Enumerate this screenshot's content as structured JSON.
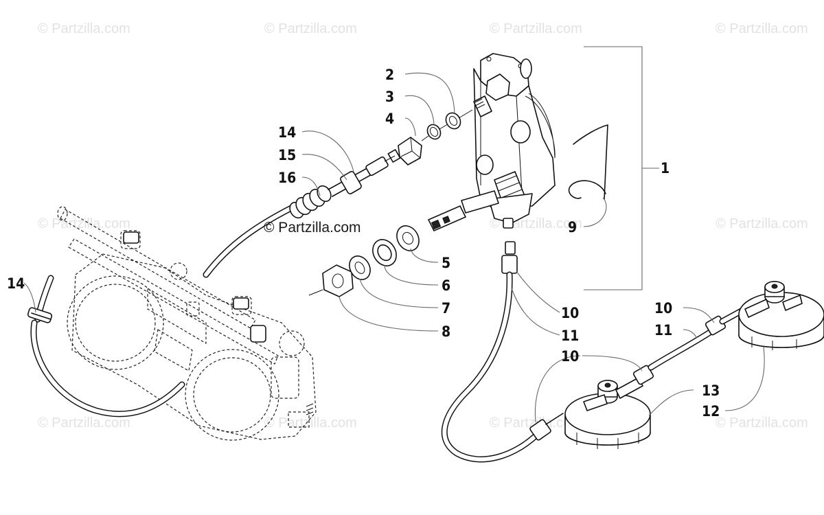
{
  "watermarks": {
    "text": "© Partzilla.com"
  },
  "callouts": {
    "c1": "1",
    "c2": "2",
    "c3": "3",
    "c4": "4",
    "c5": "5",
    "c6": "6",
    "c7": "7",
    "c8": "8",
    "c9": "9",
    "c10a": "10",
    "c10b": "10",
    "c10c": "10",
    "c11a": "11",
    "c11b": "11",
    "c12": "12",
    "c13": "13",
    "c14a": "14",
    "c14b": "14",
    "c15": "15",
    "c16": "16"
  },
  "colors": {
    "background": "#ffffff",
    "line": "#111111",
    "watermark": "#e2e2e2"
  }
}
